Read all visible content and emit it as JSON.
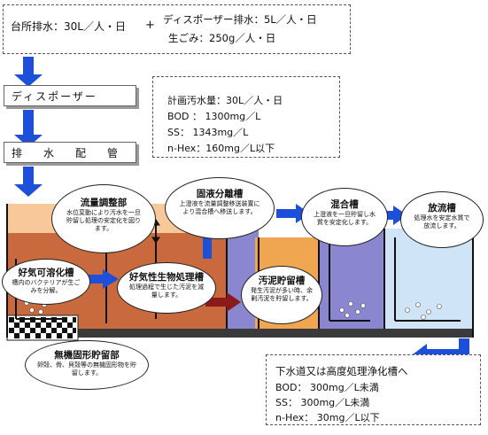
{
  "top_box": {
    "line1_left": "台所排水：30L／人・日",
    "plus": "+",
    "line1_right": "ディスポーザー排水：5L／人・日",
    "line2_right": "生ごみ：250g／人・日"
  },
  "disposer_label": "ディスポーザー",
  "piping_label": "排　水　配　管",
  "design_box": {
    "line1": "計画汚水量：30L／人・日",
    "line2": "BOD ： 1300mg／L",
    "line3": "SS： 1343mg／L",
    "line4": "n-Hex：160mg／L以下"
  },
  "stages": {
    "flow_adjust": {
      "title": "流量調整部",
      "desc": "水位変動により汚水を一旦貯留し処理の安定化を図ります。"
    },
    "aerobic_dissolve": {
      "title": "好気可溶化槽",
      "desc": "槽内のバクテリアが生ごみを分解。"
    },
    "aerobic_bio": {
      "title": "好気性生物処理槽",
      "desc": "処理過程で生じた汚泥を減量します。"
    },
    "solid_liquid": {
      "title": "固液分離槽",
      "desc": "上澄液を流量調整移送装置により混合槽へ移送します。"
    },
    "sludge_storage": {
      "title": "汚泥貯留槽",
      "desc": "発生汚泥が多い時、余剰汚泥を貯留します。"
    },
    "mixing": {
      "title": "混合槽",
      "desc": "上澄液を一旦貯留し水質を安定化します。"
    },
    "discharge": {
      "title": "放流槽",
      "desc": "処理水を安定水質で放流します。"
    },
    "inorganic": {
      "title": "無機固形貯留部",
      "desc": "卵殻、骨、貝殻等の無機固形物を貯留します。"
    }
  },
  "result_box": {
    "line1": "下水道又は高度処理浄化槽へ",
    "line2": "BOD： 300mg／L未満",
    "line3": "SS： 300mg／L未満",
    "line4": "n-Hex： 30mg／L以下"
  },
  "colors": {
    "flow_arrow": "#1e4fd8",
    "sludge_arrow": "#8b1a1a",
    "tank_brown": "#c86a3e",
    "tank_orange": "#f0a650",
    "tank_purple": "#8a86cf",
    "tank_light_blue": "#cfe4f7",
    "tank_top_peach": "#f6c89a"
  }
}
